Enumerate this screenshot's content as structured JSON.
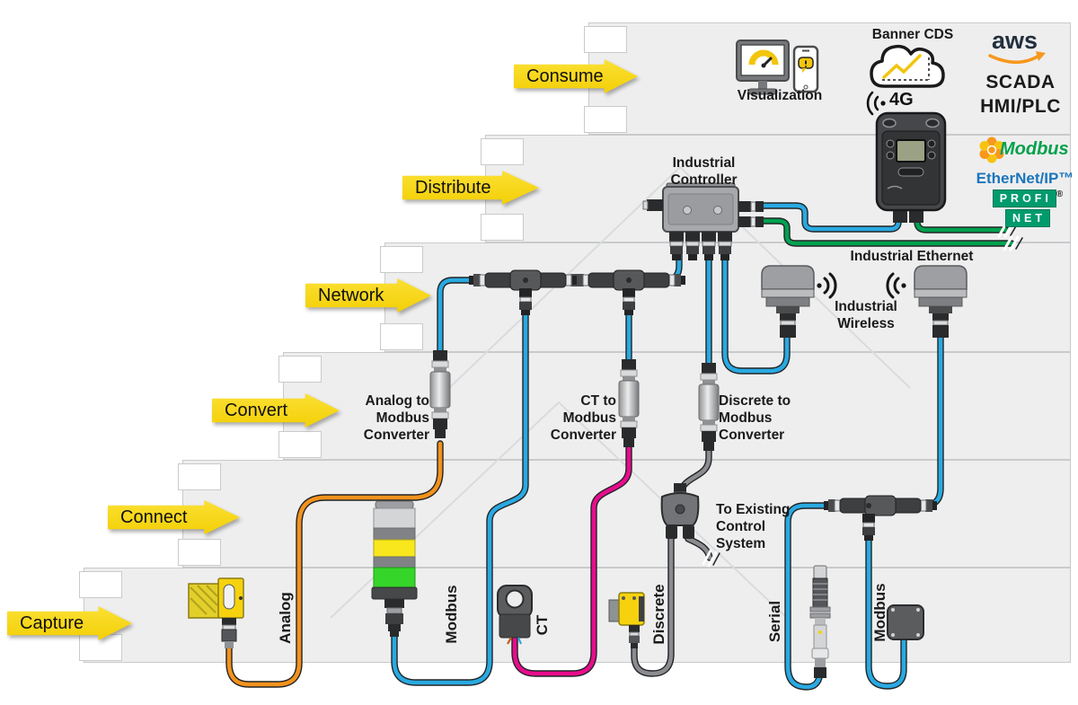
{
  "stages": [
    {
      "label": "Consume"
    },
    {
      "label": "Distribute"
    },
    {
      "label": "Network"
    },
    {
      "label": "Convert"
    },
    {
      "label": "Connect"
    },
    {
      "label": "Capture"
    }
  ],
  "consume": {
    "banner_cds": "Banner CDS",
    "aws": "aws",
    "scada": "SCADA",
    "hmi_plc": "HMI/PLC",
    "cellular": "4G",
    "visualization": "Visualization"
  },
  "distribute": {
    "controller": "Industrial\nController",
    "ethernet": "Industrial Ethernet",
    "modbus_logo": "Modbus",
    "ethernet_ip_logo": "EtherNet/IP™",
    "profinet_row1": "PROFI",
    "profinet_row2": "NET",
    "profinet_reg": "®"
  },
  "network": {
    "wireless": "Industrial\nWireless"
  },
  "convert": {
    "analog": "Analog to\nModbus\nConverter",
    "ct": "CT to\nModbus\nConverter",
    "discrete": "Discrete to\nModbus\nConverter"
  },
  "connect": {
    "existing": "To Existing\nControl\nSystem"
  },
  "capture": {
    "analog": "Analog",
    "modbus1": "Modbus",
    "ct": "CT",
    "discrete": "Discrete",
    "serial": "Serial",
    "modbus2": "Modbus"
  },
  "colors": {
    "arrow_yellow": "#f6d40e",
    "cable_blue": "#29a9e1",
    "cable_orange": "#f2921d",
    "cable_magenta": "#e80c8c",
    "cable_green": "#00a14f",
    "cable_gray": "#8a8c8f",
    "band_gray": "#eeeeef"
  }
}
